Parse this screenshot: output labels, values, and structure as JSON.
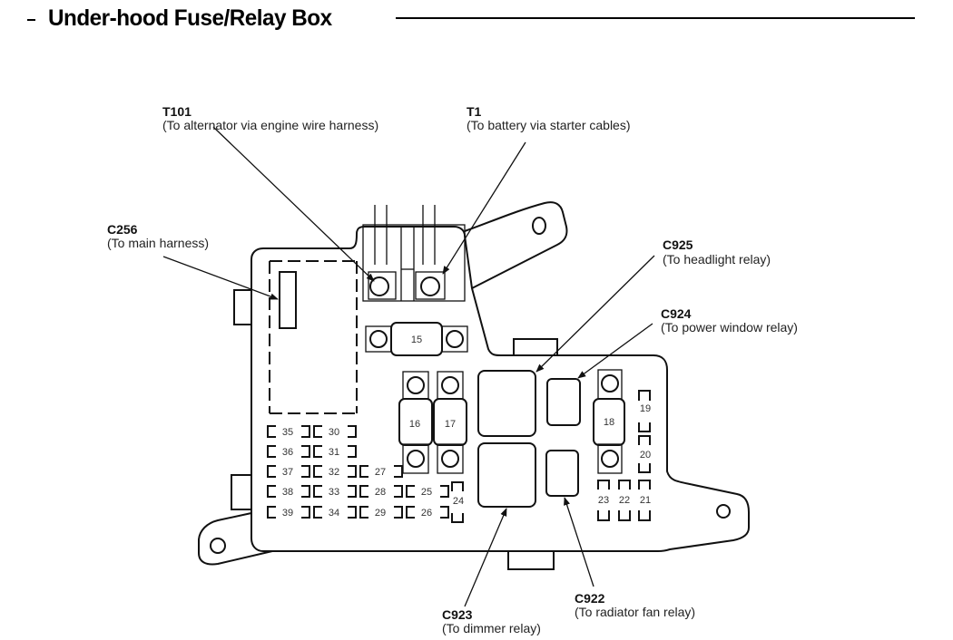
{
  "title": "Under-hood Fuse/Relay Box",
  "callouts": [
    {
      "id": "T101",
      "code": "T101",
      "desc": "(To alternator via engine wire harness)"
    },
    {
      "id": "T1",
      "code": "T1",
      "desc": "(To battery via starter cables)"
    },
    {
      "id": "C256",
      "code": "C256",
      "desc": "(To main harness)"
    },
    {
      "id": "C925",
      "code": "C925",
      "desc": "(To headlight relay)"
    },
    {
      "id": "C924",
      "code": "C924",
      "desc": "(To power window relay)"
    },
    {
      "id": "C923",
      "code": "C923",
      "desc": "(To dimmer relay)"
    },
    {
      "id": "C922",
      "code": "C922",
      "desc": "(To radiator fan relay)"
    }
  ],
  "fuses": {
    "large": [
      "15",
      "16",
      "17",
      "18"
    ],
    "small": [
      "19",
      "20",
      "21",
      "22",
      "23",
      "24",
      "25",
      "26",
      "27",
      "28",
      "29",
      "30",
      "31",
      "32",
      "33",
      "34",
      "35",
      "36",
      "37",
      "38",
      "39"
    ]
  }
}
